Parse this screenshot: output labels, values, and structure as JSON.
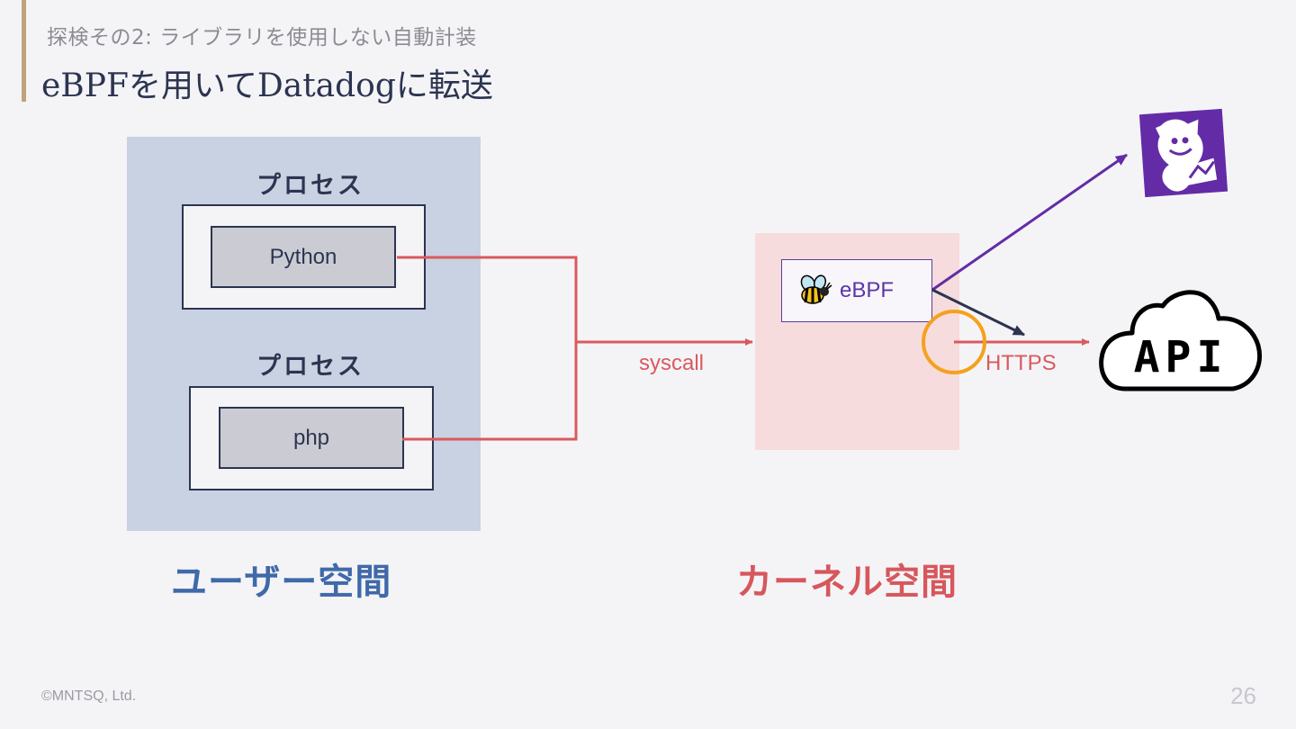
{
  "header": {
    "subtitle": "探検その2: ライブラリを使用しない自動計装",
    "title": "eBPFを用いてDatadogに転送"
  },
  "user_space": {
    "label": "ユーザー空間",
    "processes": [
      {
        "label": "プロセス",
        "runtime": "Python"
      },
      {
        "label": "プロセス",
        "runtime": "php"
      }
    ]
  },
  "kernel_space": {
    "label": "カーネル空間",
    "ebpf_label": "eBPF"
  },
  "connections": {
    "syscall_label": "syscall",
    "https_label": "HTTPS"
  },
  "destinations": {
    "api_label": "API",
    "datadog_icon": "datadog-logo-icon"
  },
  "colors": {
    "user_space_bg": "#c9d2e2",
    "kernel_space_bg": "#f6dcdd",
    "syscall_line": "#d95a5e",
    "datadog_purple": "#632ca6",
    "highlight_circle": "#f5a11c",
    "user_label": "#3f69a9",
    "kernel_label": "#d6575c"
  },
  "footer": {
    "copyright": "©MNTSQ, Ltd.",
    "page_number": "26"
  }
}
